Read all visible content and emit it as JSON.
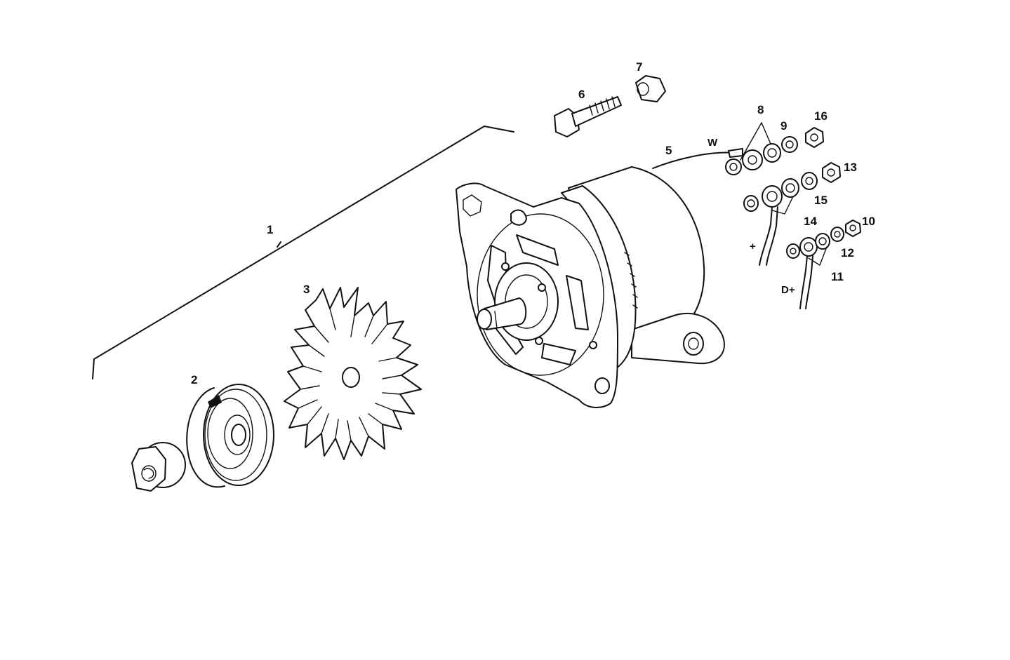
{
  "diagram": {
    "callouts": {
      "c1": "1",
      "c2": "2",
      "c3": "3",
      "c5": "5",
      "c6": "6",
      "c7": "7",
      "c8": "8",
      "c9": "9",
      "c10": "10",
      "c11": "11",
      "c12": "12",
      "c13": "13",
      "c14": "14",
      "c15": "15",
      "c16": "16"
    },
    "wire_labels": {
      "w": "W",
      "plus": "+",
      "d_plus": "D+"
    }
  }
}
